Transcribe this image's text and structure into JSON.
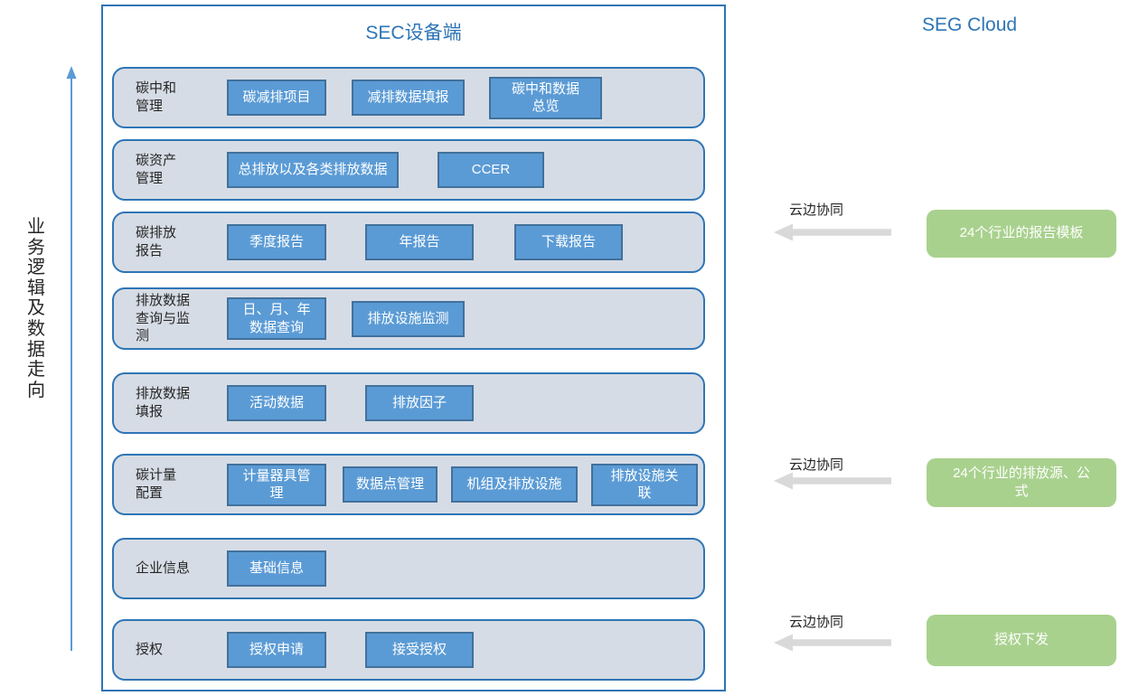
{
  "colors": {
    "title_blue": "#2E75B6",
    "button_fill": "#5B9BD5",
    "button_border": "#41719C",
    "row_fill": "#D6DCE5",
    "row_border": "#2E75B6",
    "cloud_box_green": "#A9D18E",
    "arrow_gray": "#D9D9D9",
    "flow_arrow_blue": "#5B9BD5"
  },
  "left_panel": {
    "vertical_label": "业务逻辑及数据走向"
  },
  "device_panel": {
    "title": "SEC设备端",
    "rows": [
      {
        "label": "碳中和\n管理",
        "buttons": [
          "碳减排项目",
          "减排数据填报",
          "碳中和数据\n总览"
        ]
      },
      {
        "label": "碳资产\n管理",
        "buttons": [
          "总排放以及各类排放数据",
          "CCER"
        ]
      },
      {
        "label": "碳排放\n报告",
        "buttons": [
          "季度报告",
          "年报告",
          "下载报告"
        ]
      },
      {
        "label": "排放数据\n查询与监\n测",
        "buttons": [
          "日、月、年\n数据查询",
          "排放设施监测"
        ]
      },
      {
        "label": "排放数据\n填报",
        "buttons": [
          "活动数据",
          "排放因子"
        ]
      },
      {
        "label": "碳计量\n配置",
        "buttons": [
          "计量器具管\n理",
          "数据点管理",
          "机组及排放设施",
          "排放设施关\n联"
        ]
      },
      {
        "label": "企业信息",
        "buttons": [
          "基础信息"
        ]
      },
      {
        "label": "授权",
        "buttons": [
          "授权申请",
          "接受授权"
        ]
      }
    ]
  },
  "cloud_panel": {
    "title": "SEG Cloud",
    "items": [
      {
        "arrow_label": "云边协同",
        "box_label": "24个行业的报告模板"
      },
      {
        "arrow_label": "云边协同",
        "box_label": "24个行业的排放源、公\n式"
      },
      {
        "arrow_label": "云边协同",
        "box_label": "授权下发"
      }
    ]
  }
}
